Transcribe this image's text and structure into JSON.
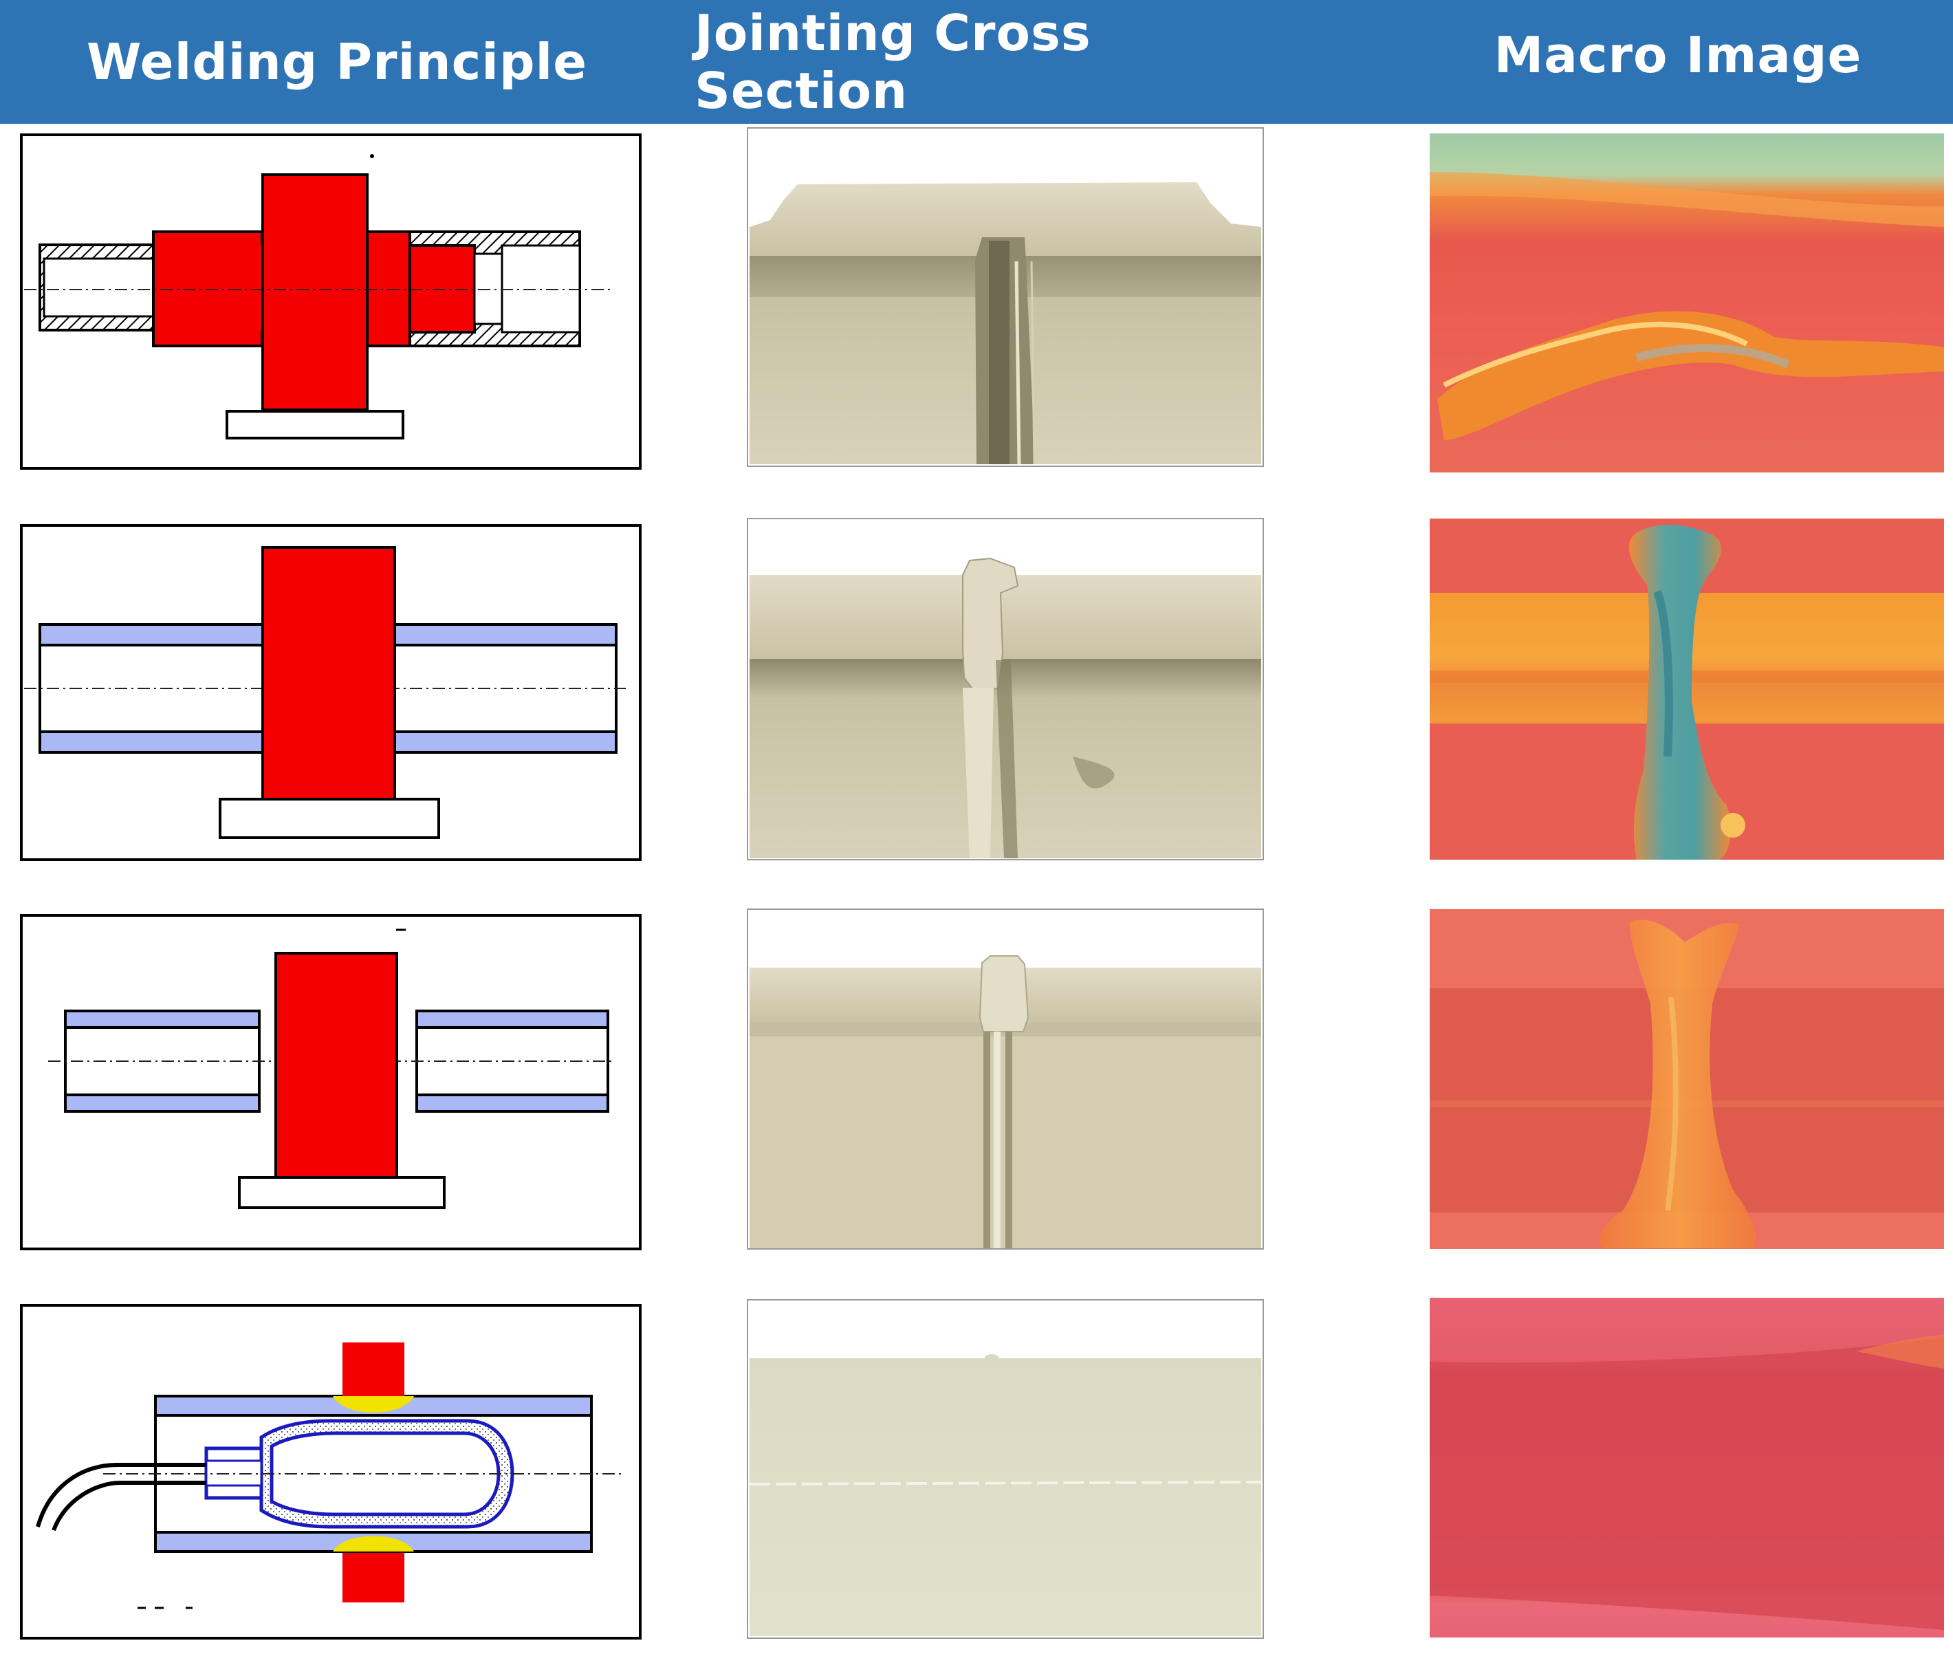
{
  "header": {
    "col1": "Welding Principle",
    "col2": "Jointing Cross Section",
    "col3": "Macro Image",
    "background": "#2e74b5",
    "text_color": "#ffffff"
  },
  "colors": {
    "heater_red": "#f40000",
    "pipe_blue": "#aab9f5",
    "weld_yellow": "#f2e200",
    "pipe_beige": "#d5cfb3",
    "macro_red": "#ea5a4c",
    "macro_orange": "#f39a2f",
    "macro_teal": "#5fa1a0"
  },
  "rows": [
    {
      "principle": "socket-fusion-welding-diagram",
      "cross_section": "socket-joint-photo",
      "macro": "socket-joint-macro"
    },
    {
      "principle": "butt-fusion-welding-diagram",
      "cross_section": "butt-joint-large-bead-photo",
      "macro": "butt-joint-macro-large-bead"
    },
    {
      "principle": "butt-fusion-welding-diagram-variant",
      "cross_section": "butt-joint-small-bead-photo",
      "macro": "butt-joint-macro-small-bead"
    },
    {
      "principle": "bladder-assisted-welding-diagram",
      "cross_section": "bladder-joint-photo",
      "macro": "bladder-joint-macro"
    }
  ]
}
